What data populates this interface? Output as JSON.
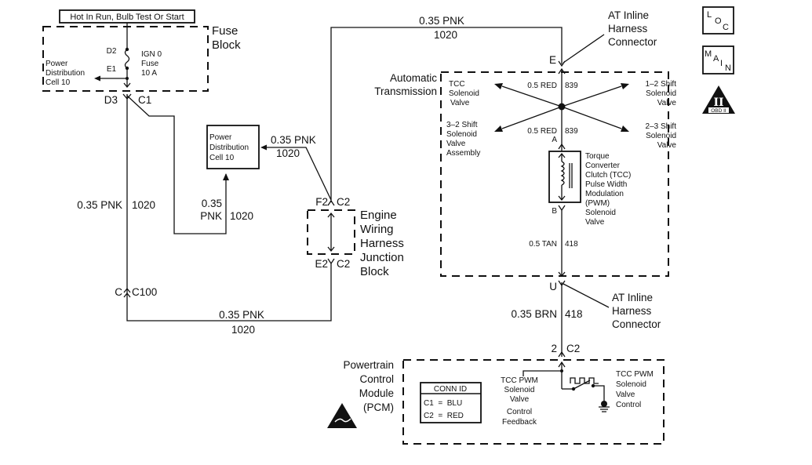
{
  "diagram": {
    "title_box": "Hot In Run, Bulb Test Or Start",
    "fuse_block": {
      "label": [
        "Fuse",
        "Block"
      ],
      "pin_in": "D2",
      "pin_out": "E1",
      "fuse": [
        "IGN 0",
        "Fuse",
        "10 A"
      ],
      "pdc_label": [
        "Power",
        "Distribution",
        "Cell 10"
      ],
      "conn_left": "D3",
      "conn_right": "C1"
    },
    "wire_left": {
      "gauge_color": "0.35 PNK",
      "circuit": "1020"
    },
    "wire_mid": {
      "gauge": "0.35",
      "color": "PNK",
      "circuit": "1020"
    },
    "pdc_box": [
      "Power",
      "Distribution",
      "Cell 10"
    ],
    "wire_to_pdc": {
      "gauge_color": "0.35 PNK",
      "circuit": "1020"
    },
    "c100": {
      "pin": "C",
      "conn": "C100"
    },
    "wire_bottom": {
      "gauge_color": "0.35 PNK",
      "circuit": "1020"
    },
    "wire_top": {
      "gauge_color": "0.35 PNK",
      "circuit": "1020"
    },
    "junction_block": {
      "label": [
        "Engine",
        "Wiring",
        "Harness",
        "Junction",
        "Block"
      ],
      "top_pin": "F2",
      "top_conn": "C2",
      "bottom_pin": "E2",
      "bottom_conn": "C2"
    },
    "at_connector_top": {
      "pin": "E",
      "label": [
        "AT Inline",
        "Harness",
        "Connector"
      ]
    },
    "transmission": {
      "label": [
        "Automatic",
        "Transmission"
      ],
      "tcc_valve": [
        "TCC",
        "Solenoid",
        "Valve"
      ],
      "shift_12": [
        "1–2 Shift",
        "Solenoid",
        "Valve"
      ],
      "shift_32": [
        "3–2 Shift",
        "Solenoid",
        "Valve",
        "Assembly"
      ],
      "shift_23": [
        "2–3 Shift",
        "Solenoid",
        "Valve"
      ],
      "wire_upper": {
        "gauge_color": "0.5 RED",
        "circuit": "839"
      },
      "wire_lower": {
        "gauge_color": "0.5 RED",
        "circuit": "839"
      },
      "pin_a": "A",
      "pin_b": "B",
      "pwm_valve": [
        "Torque",
        "Converter",
        "Clutch (TCC)",
        "Pulse Width",
        "Modulation",
        "(PWM)",
        "Solenoid",
        "Valve"
      ],
      "wire_tan": {
        "gauge_color": "0.5 TAN",
        "circuit": "418"
      }
    },
    "at_connector_bottom": {
      "pin": "U",
      "label": [
        "AT Inline",
        "Harness",
        "Connector"
      ]
    },
    "wire_brn": {
      "gauge_color": "0.35 BRN",
      "circuit": "418"
    },
    "pcm_conn": {
      "pin": "2",
      "conn": "C2"
    },
    "pcm": {
      "label": [
        "Powertrain",
        "Control",
        "Module",
        "(PCM)"
      ],
      "conn_id_title": "CONN ID",
      "conn_id_rows": [
        "C1  =  BLU",
        "C2  =  RED"
      ],
      "feedback": [
        "TCC PWM",
        "Solenoid",
        "Valve",
        "Control",
        "Feedback"
      ],
      "control": [
        "TCC PWM",
        "Solenoid",
        "Valve",
        "Control"
      ]
    },
    "icons": {
      "loc": [
        "L",
        "O",
        "C"
      ],
      "main": [
        "M",
        "A",
        "I",
        "N"
      ],
      "obd": {
        "numeral": "II",
        "caption": "OBD II"
      }
    }
  }
}
